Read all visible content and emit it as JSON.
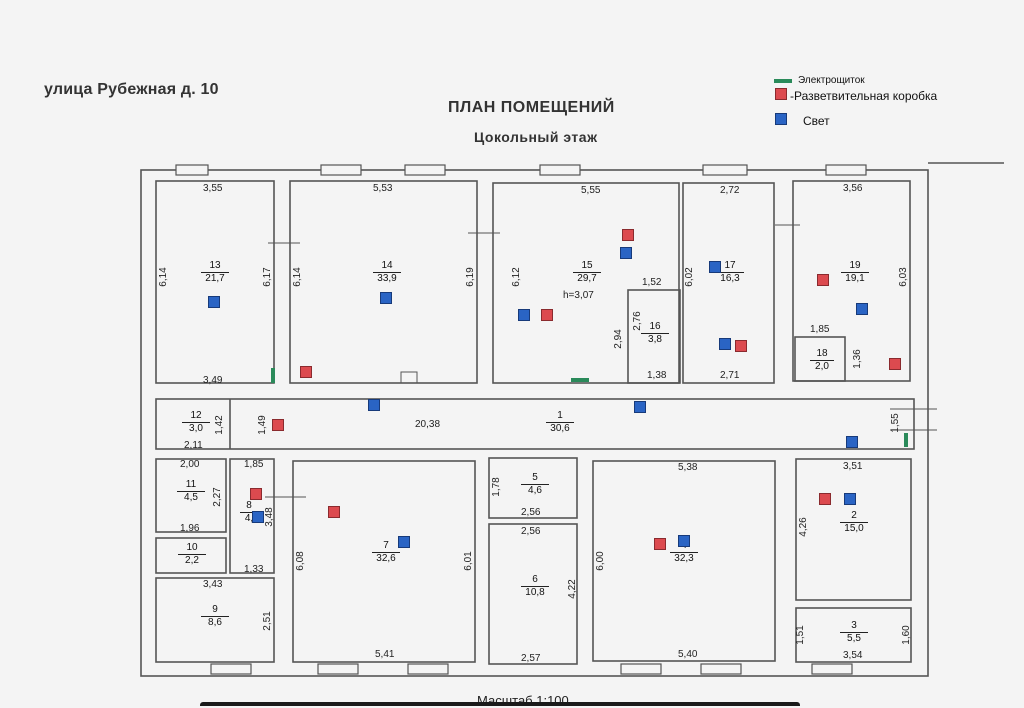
{
  "header": {
    "address": "улица Рубежная д. 10",
    "title": "ПЛАН ПОМЕЩЕНИЙ",
    "subtitle": "Цокольный этаж",
    "scale": "Масштаб 1:100"
  },
  "legend": {
    "panel": "Электрощиток",
    "junction_box": "-Разветвительная коробка",
    "light": "Свет"
  },
  "colors": {
    "junction_box": "#dc4a4f",
    "light": "#2a64c4",
    "panel": "#2a8a5a",
    "walls": "#555555"
  },
  "rooms": [
    {
      "id": "13",
      "area": "21,7"
    },
    {
      "id": "14",
      "area": "33,9"
    },
    {
      "id": "15",
      "area": "29,7",
      "extra": "h=3,07"
    },
    {
      "id": "16",
      "area": "3,8"
    },
    {
      "id": "17",
      "area": "16,3"
    },
    {
      "id": "18",
      "area": "2,0"
    },
    {
      "id": "19",
      "area": "19,1"
    },
    {
      "id": "12",
      "area": "3,0"
    },
    {
      "id": "1",
      "area": "30,6"
    },
    {
      "id": "11",
      "area": "4,5"
    },
    {
      "id": "8",
      "area": "4,"
    },
    {
      "id": "10",
      "area": "2,2"
    },
    {
      "id": "9",
      "area": "8,6"
    },
    {
      "id": "7",
      "area": "32,6"
    },
    {
      "id": "5",
      "area": "4,6"
    },
    {
      "id": "6",
      "area": "10,8"
    },
    {
      "id": "4",
      "area": "32,3"
    },
    {
      "id": "2",
      "area": "15,0"
    },
    {
      "id": "3",
      "area": "5,5"
    }
  ],
  "dimensions": [
    "3,55",
    "5,53",
    "5,55",
    "2,72",
    "3,56",
    "6,14",
    "6,17",
    "6,14",
    "6,19",
    "6,12",
    "6,02",
    "6,03",
    "1,52",
    "2,76",
    "2,94",
    "1,85",
    "1,36",
    "3,49",
    "1,38",
    "2,71",
    "1,42",
    "1,49",
    "20,38",
    "1,55",
    "2,11",
    "2,00",
    "1,85",
    "2,27",
    "3,48",
    "1,96",
    "1,33",
    "3,43",
    "2,51",
    "5,38",
    "3,51",
    "1,78",
    "2,56",
    "2,56",
    "6,08",
    "6,01",
    "6,00",
    "4,22",
    "4,26",
    "1,51",
    "1,60",
    "3,54",
    "5,41",
    "2,57",
    "5,40"
  ]
}
